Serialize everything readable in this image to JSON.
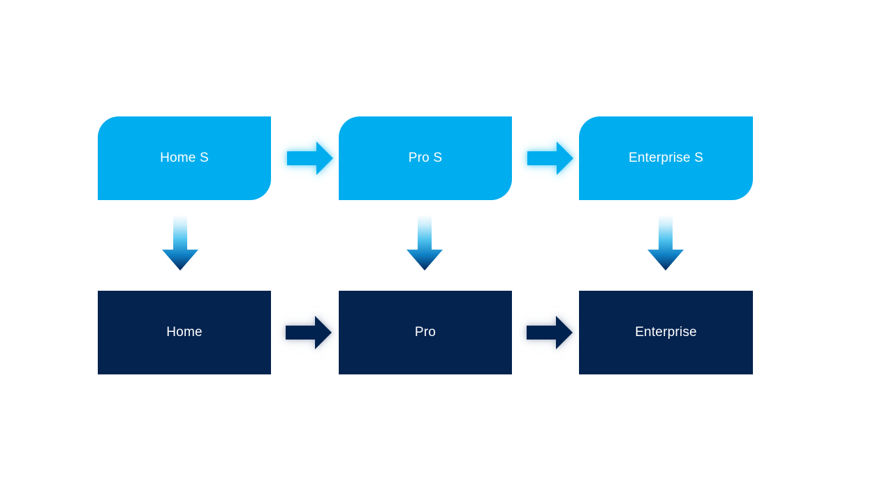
{
  "diagram": {
    "title": "Product tier progression diagram",
    "background_color": "#FFFFFF",
    "colors": {
      "tier_top_fill": "#00ADEE",
      "tier_bottom_fill": "#04234F",
      "label_text": "#FFFFFF",
      "top_arrow_fill": "#00ADEE",
      "top_arrow_glow": "#7FDCF7",
      "bottom_arrow_fill": "#04234F",
      "bottom_arrow_glow": "#AEB6C6",
      "vertical_arrow_gradient_start": "#FFFFFF",
      "vertical_arrow_gradient_mid": "#29ABE2",
      "vertical_arrow_gradient_end": "#05265A"
    },
    "rows": [
      {
        "row_name": "upgraded-tiers",
        "style": "rounded-diagonal",
        "nodes": [
          {
            "id": "home-s",
            "label": "Home S"
          },
          {
            "id": "pro-s",
            "label": "Pro S"
          },
          {
            "id": "enterprise-s",
            "label": "Enterprise S"
          }
        ],
        "connectors": [
          {
            "id": "home-s-to-pro-s",
            "icon": "arrow-right-icon",
            "direction": "right"
          },
          {
            "id": "pro-s-to-enterprise-s",
            "icon": "arrow-right-icon",
            "direction": "right"
          }
        ]
      },
      {
        "row_name": "base-tiers",
        "style": "square",
        "nodes": [
          {
            "id": "home",
            "label": "Home"
          },
          {
            "id": "pro",
            "label": "Pro"
          },
          {
            "id": "enterprise",
            "label": "Enterprise"
          }
        ],
        "connectors": [
          {
            "id": "home-to-pro",
            "icon": "arrow-right-icon",
            "direction": "right"
          },
          {
            "id": "pro-to-enterprise",
            "icon": "arrow-right-icon",
            "direction": "right"
          }
        ]
      }
    ],
    "vertical_connectors": [
      {
        "id": "home-s-to-home",
        "icon": "arrow-down-icon",
        "direction": "down"
      },
      {
        "id": "pro-s-to-pro",
        "icon": "arrow-down-icon",
        "direction": "down"
      },
      {
        "id": "enterprise-s-to-enterprise",
        "icon": "arrow-down-icon",
        "direction": "down"
      }
    ]
  }
}
